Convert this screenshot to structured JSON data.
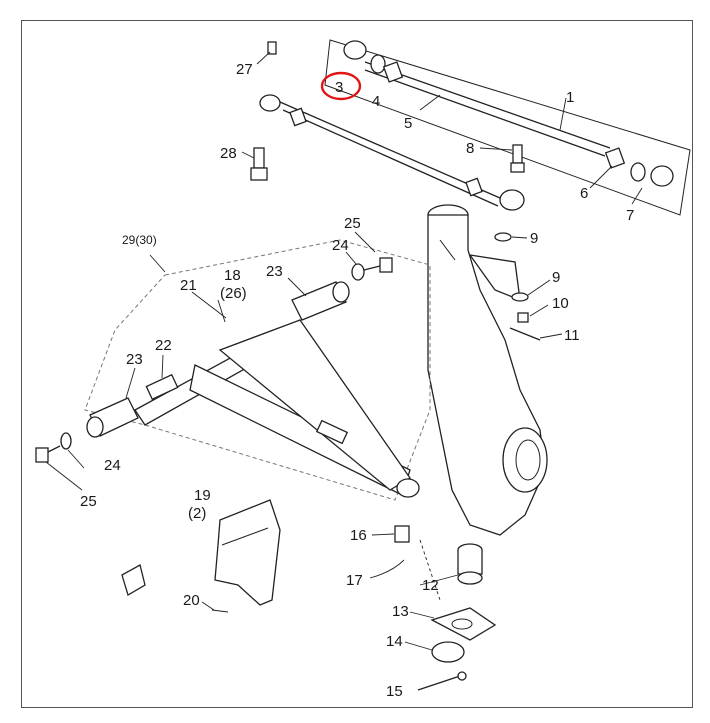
{
  "diagram": {
    "highlight_color": "#e01515",
    "callouts": {
      "c1": "1",
      "c3": "3",
      "c4": "4",
      "c5": "5",
      "c6": "6",
      "c7": "7",
      "c8": "8",
      "c9a": "9",
      "c9b": "9",
      "c10": "10",
      "c11": "11",
      "c12": "12",
      "c13": "13",
      "c14": "14",
      "c15": "15",
      "c16": "16",
      "c17": "17",
      "c18": "18",
      "c18b": "(26)",
      "c19": "19",
      "c19b": "(2)",
      "c20": "20",
      "c21": "21",
      "c22": "22",
      "c23a": "23",
      "c23b": "23",
      "c24a": "24",
      "c24b": "24",
      "c25a": "25",
      "c25b": "25",
      "c27": "27",
      "c28": "28",
      "c29": "29(30)"
    }
  }
}
